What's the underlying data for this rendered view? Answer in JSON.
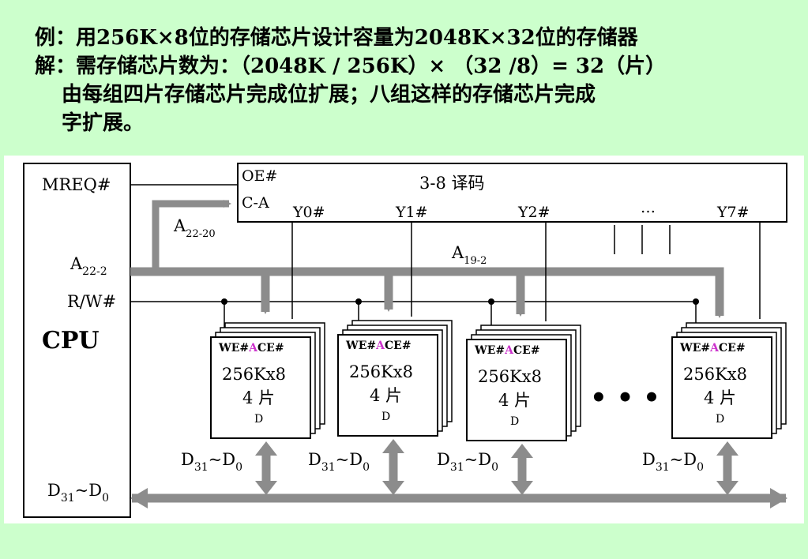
{
  "text": {
    "line1": "例：用256K×8位的存储芯片设计容量为2048K×32位的存储器",
    "line2": "解：需存储芯片数为：（2048K / 256K）× （32 /8）= 32（片）",
    "line3": "由每组四片存储芯片完成位扩展；八组这样的存储芯片完成",
    "line4": "字扩展。"
  },
  "diagram": {
    "cpu": {
      "label": "CPU",
      "mreq": "MREQ#",
      "addr": "A",
      "addr_sub": "22-2",
      "rw": "R/W#",
      "data": "D",
      "data_sub1": "31",
      "data_sep": "~D",
      "data_sub2": "0"
    },
    "decoder": {
      "title": "3-8 译码",
      "oe": "OE#",
      "ca": "C-A",
      "outputs": [
        "Y0#",
        "Y1#",
        "Y2#",
        "…",
        "Y7#"
      ]
    },
    "bus": {
      "high": "A",
      "high_sub": "22-20",
      "low": "A",
      "low_sub": "19-2"
    },
    "chip": {
      "we": "WE#",
      "a": "A",
      "ce": "CE#",
      "size": "256Kx8",
      "count": "4 片",
      "d": "D"
    },
    "data_label": {
      "d": "D",
      "sub1": "31",
      "sep": "~D",
      "sub2": "0"
    },
    "ellipsis": "• • •",
    "colors": {
      "background": "#ccffcc",
      "panel": "#ffffff",
      "bus": "#8c8c8c",
      "wire": "#000000",
      "a_pin": "#cc33cc"
    }
  }
}
